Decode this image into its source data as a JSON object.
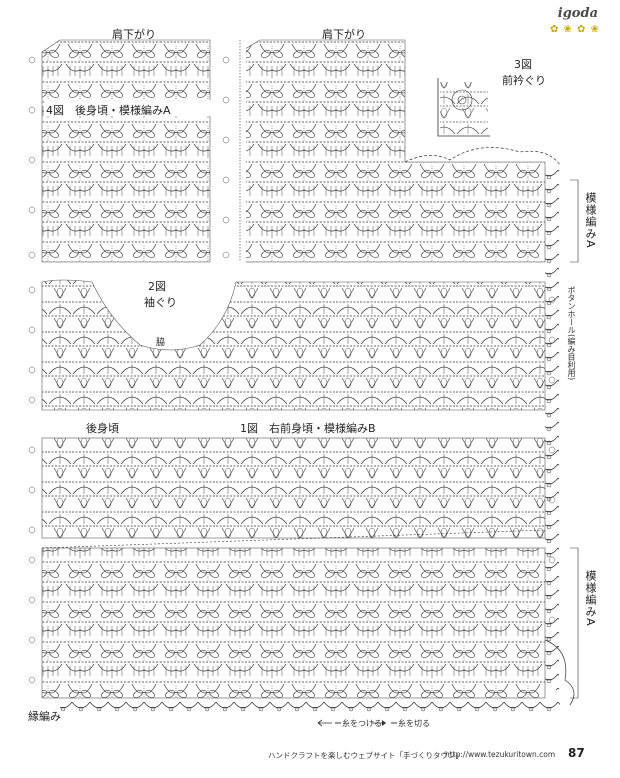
{
  "brand": {
    "name": "igoda",
    "deco": "✿ ❀ ✿ ❀"
  },
  "labels": {
    "shoulder_left": "肩下がり",
    "shoulder_right": "肩下がり",
    "fig3_num": "3図",
    "fig3_title": "前衿ぐり",
    "fig4": "4図　後身頃・模様編みA",
    "fig2_num": "2図",
    "fig2_title": "袖ぐり",
    "side_marker": "脇",
    "back_body": "後身頃",
    "fig1": "1図　右前身頃・模様編みB",
    "pattern_a_top": "模様編みA",
    "buttonhole": "ボタンホール(編み目利用)",
    "pattern_a_bottom": "模様編みA",
    "edging": "縁編み"
  },
  "legend": {
    "attach": "＝糸をつける",
    "cut": "＝糸を切る"
  },
  "footer": {
    "text": "ハンドクラフトを楽しむウェブサイト「手づくりタウン」",
    "url": "http://www.tezukuritown.com",
    "page": "87"
  }
}
